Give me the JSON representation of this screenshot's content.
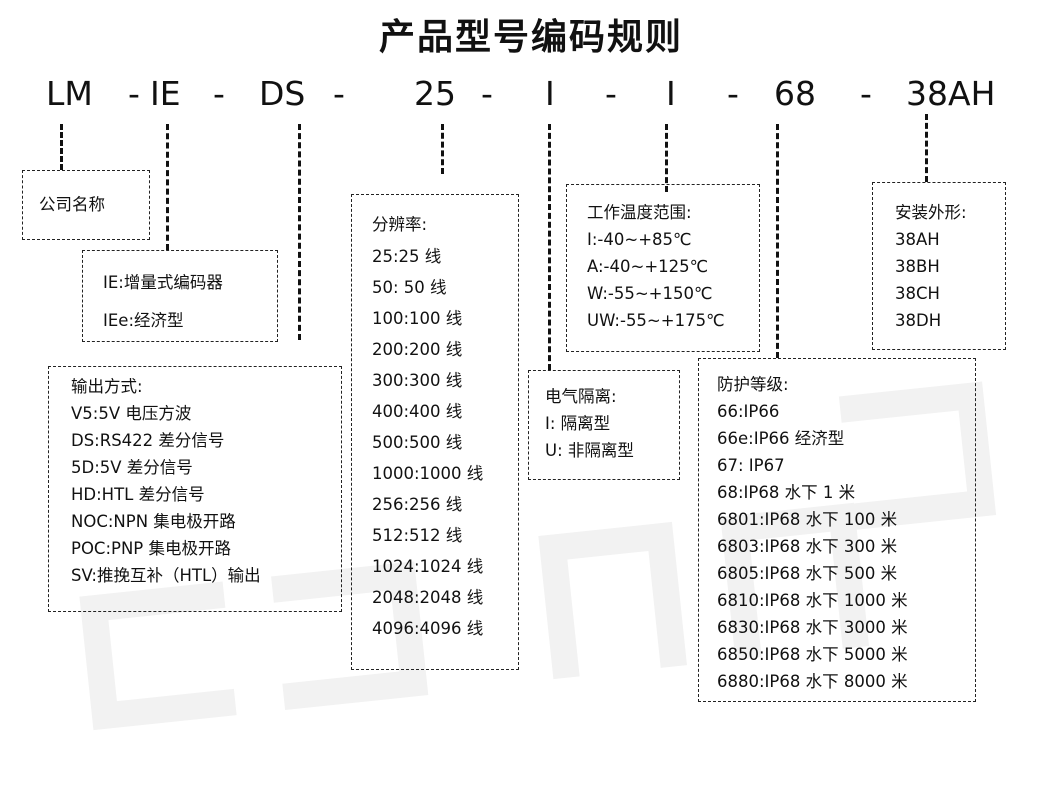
{
  "title": "产品型号编码规则",
  "code": {
    "LM": "LM",
    "d1": "-",
    "IE": "IE",
    "d2": "-",
    "DS": "DS",
    "d3": "-",
    "c25": "25",
    "d4": "-",
    "I1": "I",
    "d5": "-",
    "I2": "I",
    "d6": "-",
    "c68": "68",
    "d7": "-",
    "c38AH": "38AH"
  },
  "company": {
    "label": "公司名称"
  },
  "encoder": {
    "items": [
      "IE:增量式编码器",
      "IEe:经济型"
    ]
  },
  "output": {
    "header": "输出方式:",
    "items": [
      "V5:5V 电压方波",
      "DS:RS422 差分信号",
      "5D:5V 差分信号",
      "HD:HTL 差分信号",
      "NOC:NPN 集电极开路",
      "POC:PNP 集电极开路",
      "SV:推挽互补（HTL）输出"
    ]
  },
  "resolution": {
    "header": "分辨率:",
    "items": [
      "25:25 线",
      "50: 50 线",
      "100:100 线",
      "200:200 线",
      "300:300 线",
      "400:400 线",
      "500:500 线",
      "1000:1000 线",
      "256:256 线",
      "512:512 线",
      "1024:1024 线",
      "2048:2048 线",
      "4096:4096 线"
    ]
  },
  "isolation": {
    "header": "电气隔离:",
    "items": [
      "I:  隔离型",
      "U: 非隔离型"
    ]
  },
  "temperature": {
    "header": "工作温度范围:",
    "items": [
      "I:-40~+85℃",
      "A:-40~+125℃",
      "W:-55~+150℃",
      "UW:-55~+175℃"
    ]
  },
  "protection": {
    "header": "防护等级:",
    "items": [
      "66:IP66",
      "66e:IP66 经济型",
      "67:  IP67",
      "68:IP68 水下 1 米",
      "6801:IP68 水下 100 米",
      "6803:IP68 水下 300 米",
      "6805:IP68 水下 500 米",
      "6810:IP68 水下 1000 米",
      "6830:IP68 水下 3000 米",
      "6850:IP68 水下 5000 米",
      "6880:IP68 水下 8000 米"
    ]
  },
  "mounting": {
    "header": "安装外形:",
    "items": [
      "38AH",
      "38BH",
      "38CH",
      "38DH"
    ]
  },
  "colors": {
    "text": "#111111",
    "watermark": "#f2f2f2",
    "border": "#222222"
  }
}
